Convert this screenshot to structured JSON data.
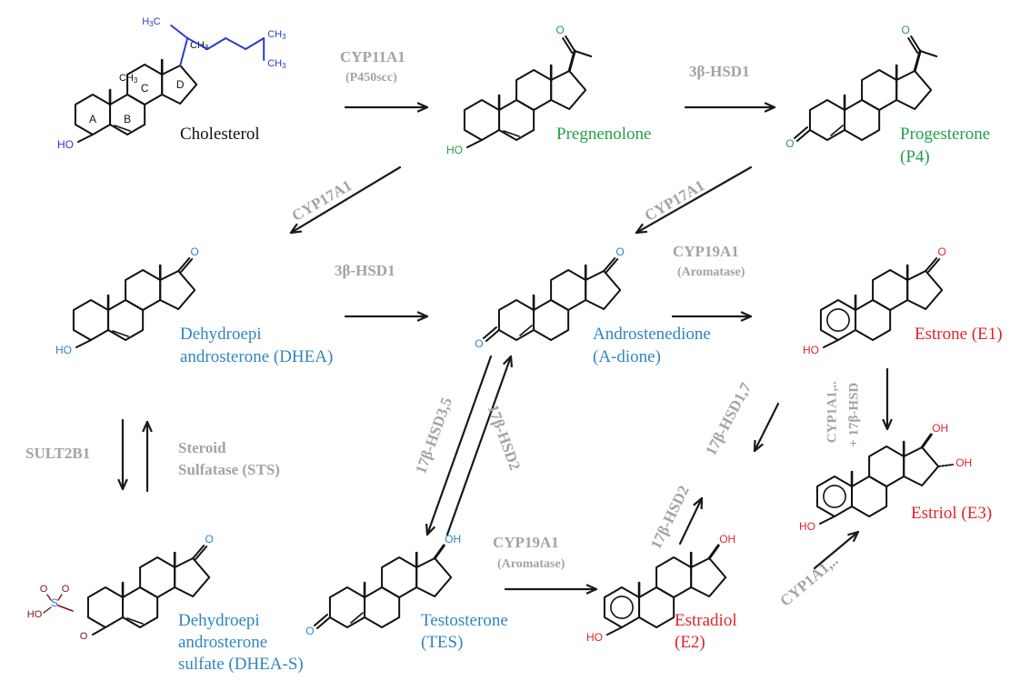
{
  "compounds": {
    "cholesterol": "Cholesterol",
    "pregnenolone": "Pregnenolone",
    "progesterone": [
      "Progesterone",
      "(P4)"
    ],
    "dhea": [
      "Dehydroepi",
      "androsterone (DHEA)"
    ],
    "androstenedione": [
      "Androstenedione",
      "(A-dione)"
    ],
    "estrone": "Estrone (E1)",
    "dhea_s": [
      "Dehydroepi",
      "androsterone",
      "sulfate (DHEA-S)"
    ],
    "testosterone": [
      "Testosterone",
      "(TES)"
    ],
    "estradiol": [
      "Estradiol",
      "(E2)"
    ],
    "estriol": "Estriol (E3)"
  },
  "enzymes": {
    "cyp11a1": "CYP11A1",
    "p450scc": "(P450scc)",
    "hsd3b1_top": "3β-HSD1",
    "cyp17a1_left": "CYP17A1",
    "cyp17a1_right": "CYP17A1",
    "hsd3b1_mid": "3β-HSD1",
    "cyp19a1_top": "CYP19A1",
    "aromatase_top": "(Aromatase)",
    "sult2b1": "SULT2B1",
    "sts": [
      "Steroid",
      "Sulfatase (STS)"
    ],
    "hsd17b35": "17β-HSD3,5",
    "hsd17b2_mid": "17β-HSD2",
    "hsd17b17": "17β-HSD1,7",
    "hsd17b2_right": "17β-HSD2",
    "cyp1a1_17hsd": [
      "CYP1A1,..",
      "+ 17β-HSD"
    ],
    "cyp19a1_bottom": "CYP19A1",
    "aromatase_bottom": "(Aromatase)",
    "cyp1a1_bottom": "CYP1A1,.."
  },
  "atoms": {
    "ho": "HO",
    "o": "O",
    "oh": "OH",
    "ch3": "CH",
    "sub3": "3",
    "h3c": "H",
    "s": "S",
    "ring_a": "A",
    "ring_b": "B",
    "ring_c": "C",
    "ring_d": "D"
  },
  "colors": {
    "structure": "#111111",
    "cholesterol_groups": "#2a3bd0",
    "progestin": "#22a04a",
    "androgen": "#2f86c0",
    "estrogen": "#e0232a",
    "sulfate": "#7a1414",
    "enzyme": "#a3a3a3"
  }
}
